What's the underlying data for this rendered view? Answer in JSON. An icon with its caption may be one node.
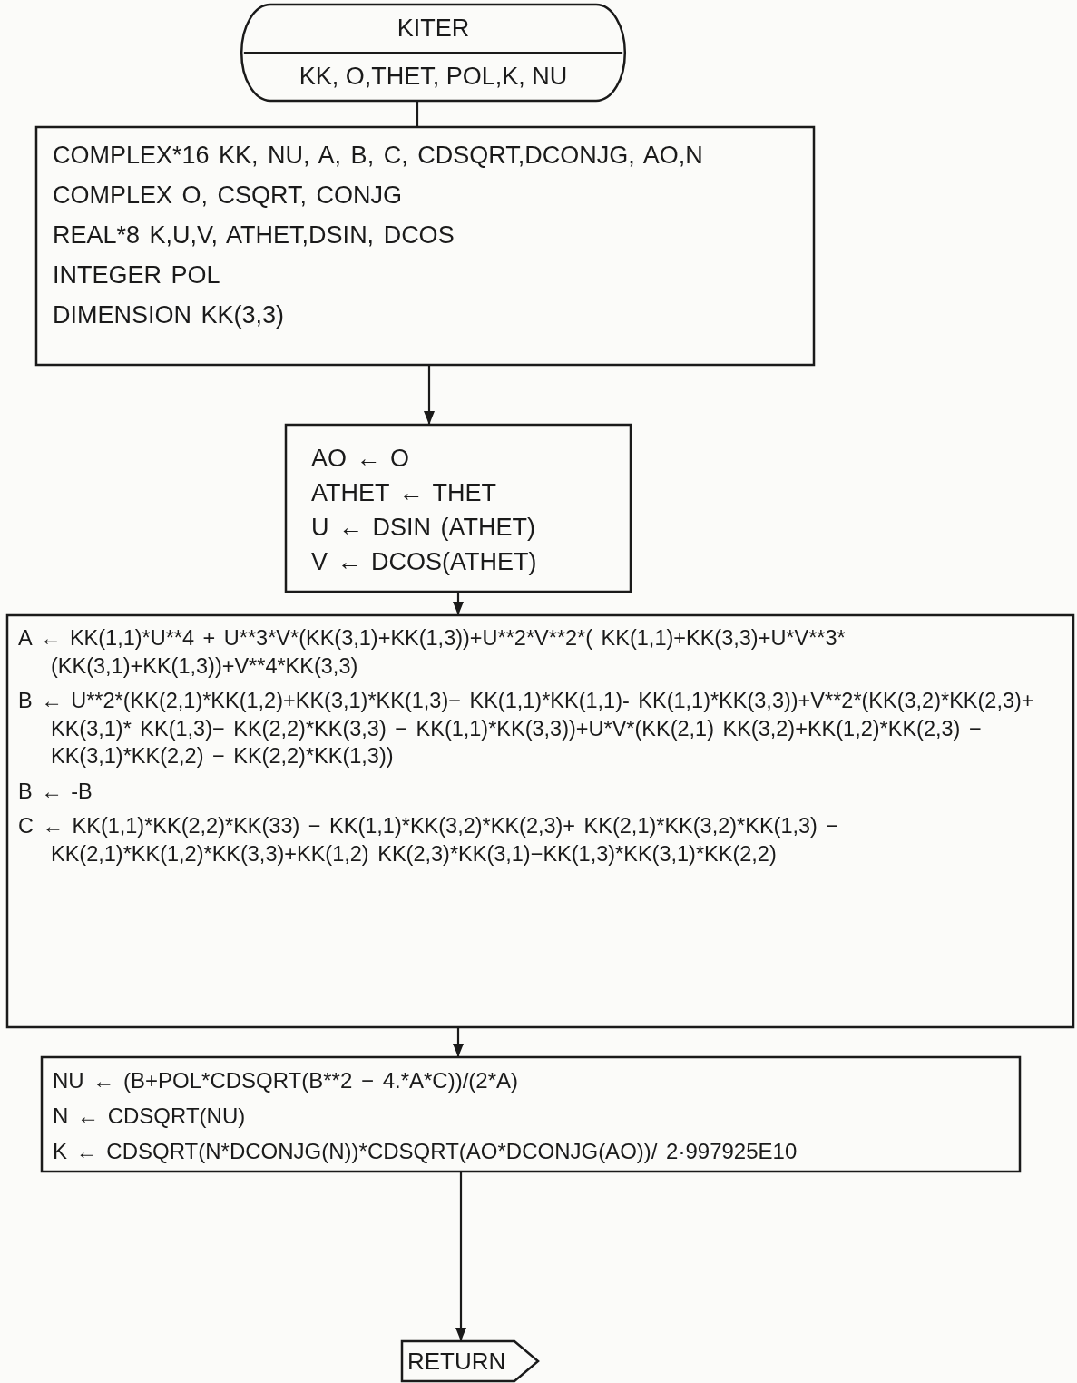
{
  "diagram": {
    "nodes": [
      {
        "text": [
          "KITER",
          "KK, O,THET, POL,K, NU"
        ]
      },
      {
        "text": [
          "COMPLEX*16 KK, NU, A, B, C, CDSQRT,DCONJG, AO,N",
          "COMPLEX O, CSQRT, CONJG",
          "REAL*8 K,U,V, ATHET,DSIN, DCOS",
          "INTEGER POL",
          "DIMENSION KK(3,3)"
        ]
      },
      {
        "text": [
          "AO ← O",
          "ATHET ← THET",
          "U ← DSIN (ATHET)",
          "V ← DCOS(ATHET)"
        ]
      },
      {
        "text": [
          "A ← KK(1,1)*U**4 + U**3*V*(KK(3,1)+KK(1,3))+U**2*V**2*( KK(1,1)+KK(3,3)+U*V**3*(KK(3,1)+KK(1,3))+V**4*KK(3,3)",
          "B ← U**2*(KK(2,1)*KK(1,2)+KK(3,1)*KK(1,3)− KK(1,1)*KK(1,1)- KK(1,1)*KK(3,3))+V**2*(KK(3,2)*KK(2,3)+ KK(3,1)* KK(1,3)− KK(2,2)*KK(3,3) − KK(1,1)*KK(3,3))+U*V*(KK(2,1) KK(3,2)+KK(1,2)*KK(2,3) − KK(3,1)*KK(2,2) − KK(2,2)*KK(1,3))",
          "B ← -B",
          "C ← KK(1,1)*KK(2,2)*KK(33) − KK(1,1)*KK(3,2)*KK(2,3)+ KK(2,1)*KK(3,2)*KK(1,3) − KK(2,1)*KK(1,2)*KK(3,3)+KK(1,2) KK(2,3)*KK(3,1)−KK(1,3)*KK(3,1)*KK(2,2)"
        ]
      },
      {
        "text": [
          "NU ← (B+POL*CDSQRT(B**2 − 4.*A*C))/(2*A)",
          "N ← CDSQRT(NU)",
          "K ← CDSQRT(N*DCONJG(N))*CDSQRT(AO*DCONJG(AO))/ 2·997925E10"
        ]
      },
      {
        "text": [
          "RETURN"
        ]
      }
    ],
    "edges": [
      {
        "from": 0,
        "to": 1,
        "arrow": "none"
      },
      {
        "from": 1,
        "to": 2,
        "arrow": "to"
      },
      {
        "from": 2,
        "to": 3,
        "arrow": "to"
      },
      {
        "from": 3,
        "to": 4,
        "arrow": "to"
      },
      {
        "from": 4,
        "to": 5,
        "arrow": "to"
      }
    ]
  }
}
